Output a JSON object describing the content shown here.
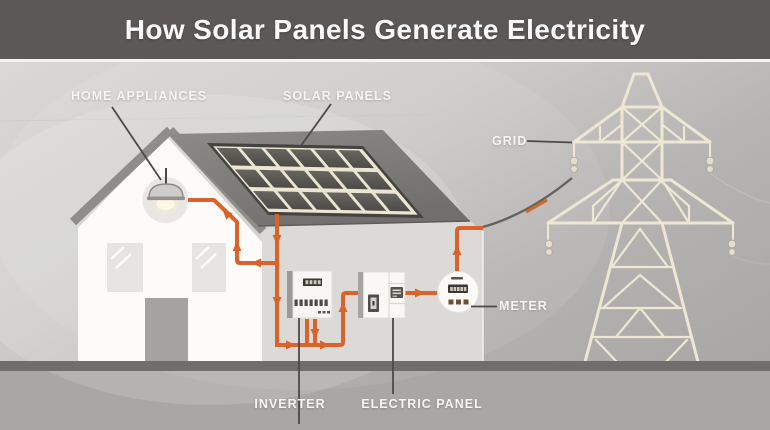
{
  "title": "How Solar Panels Generate Electricity",
  "labels": {
    "home_appliances": "HOME APPLIANCES",
    "solar_panels": "SOLAR PANELS",
    "grid": "GRID",
    "meter": "METER",
    "inverter": "INVERTER",
    "electric_panel": "ELECTRIC PANEL"
  },
  "colors": {
    "title_bar": "#5b5856",
    "title_text": "#fbfafa",
    "label_text": "#f6f5f3",
    "wire_accent": "#d9632a",
    "leader_line": "#4b4a47",
    "tower": "#ede7d4",
    "roof": "#7c7a77",
    "solar_cell": "#56544f",
    "solar_gap": "#ebe5d2",
    "house_wall": "#fcfbf9",
    "side_wall": "#dcdad6",
    "ground": "#706e6c",
    "background_top": "#d8d6d3",
    "background_bottom": "#a9a7a5"
  }
}
